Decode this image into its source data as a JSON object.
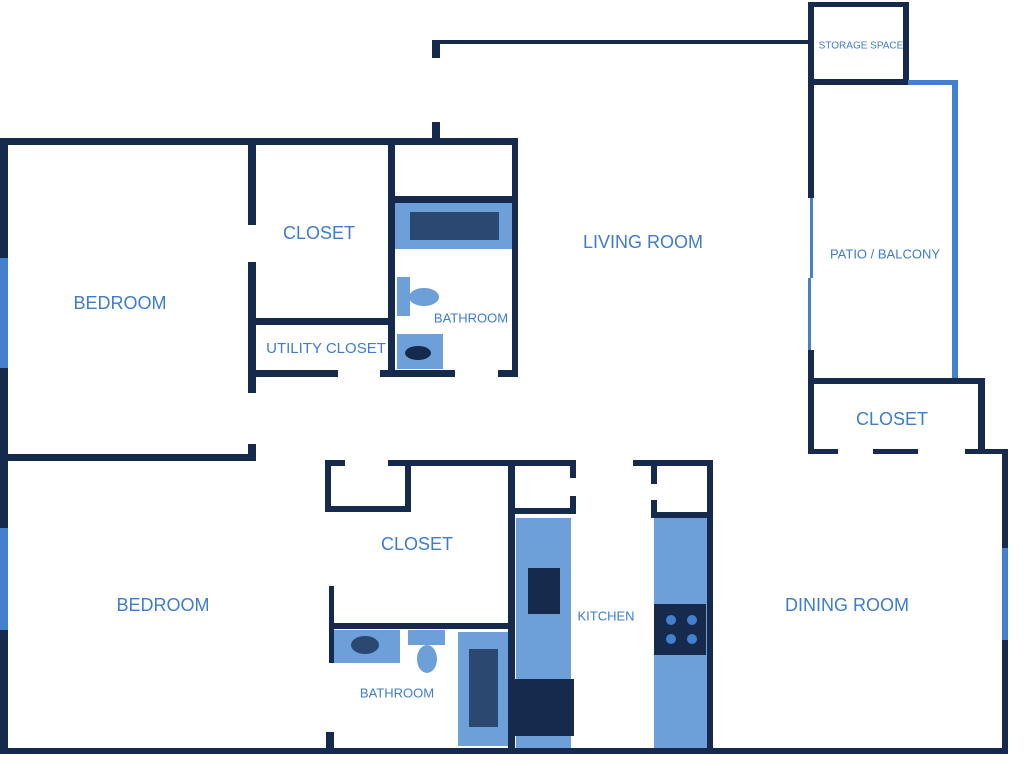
{
  "colors": {
    "wall": "#162a4d",
    "window": "#4381cf",
    "fixture": "#6d9fd8",
    "fixture_dark": "#2b4870",
    "label": "#3d7ccf"
  },
  "rooms": {
    "bedroom_1": "BEDROOM",
    "closet_1": "CLOSET",
    "utility_closet": "UTILITY CLOSET",
    "bathroom_1": "BATHROOM",
    "living_room": "LIVING ROOM",
    "storage_space": "STORAGE SPACE",
    "patio_balcony": "PATIO / BALCONY",
    "closet_2": "CLOSET",
    "bedroom_2": "BEDROOM",
    "closet_3": "CLOSET",
    "kitchen": "KITCHEN",
    "bathroom_2": "BATHROOM",
    "dining_room": "DINING ROOM"
  }
}
